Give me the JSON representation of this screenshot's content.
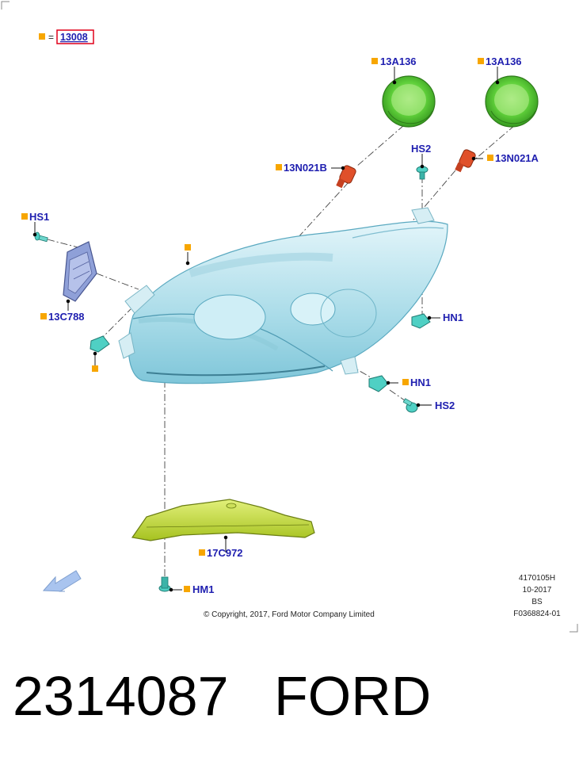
{
  "legend": {
    "equals": "=",
    "code": "13008"
  },
  "labels": {
    "a136_left": "13A136",
    "a136_right": "13A136",
    "n021b": "13N021B",
    "n021a": "13N021A",
    "hs2_top": "HS2",
    "hs1": "HS1",
    "c788": "13C788",
    "hn1_right": "HN1",
    "hn1_low": "HN1",
    "hs2_low": "HS2",
    "c972": "17C972",
    "hm1": "HM1"
  },
  "footer": {
    "copyright": "© Copyright, 2017, Ford Motor Company Limited",
    "ref1": "4170105H",
    "ref2": "10-2017",
    "ref3": "BS",
    "ref4": "F0368824-01"
  },
  "caption": {
    "part_number": "2314087",
    "brand": "FORD"
  },
  "colors": {
    "callout": "#f7a600",
    "label": "#2020b0",
    "legend_box": "#e0001a",
    "lamp_glass": "#bfe6f0",
    "cap_green": "#5fcf3a",
    "bulb_red": "#e0502a",
    "fastener_teal": "#4fd0c4",
    "bracket_yellow": "#c8e040",
    "arrow_blue": "#a9c4ef"
  }
}
